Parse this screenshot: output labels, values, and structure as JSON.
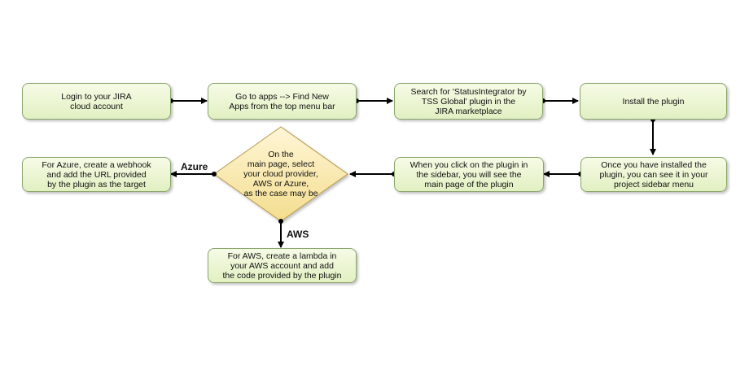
{
  "diagram": {
    "nodes": {
      "login": {
        "label": "Login to your JIRA\ncloud account"
      },
      "apps": {
        "label": "Go to apps --> Find New\nApps from the top menu bar"
      },
      "search": {
        "label": "Search for 'StatusIntegrator by\nTSS Global' plugin in the\nJIRA marketplace"
      },
      "install": {
        "label": "Install the plugin"
      },
      "sidebar_installed": {
        "label": "Once you have installed the\nplugin, you can see it in your\nproject sidebar menu"
      },
      "main_page": {
        "label": "When you click on the plugin in\nthe sidebar, you will see the\nmain page of the plugin"
      },
      "decision": {
        "label": "On the\nmain page, select\nyour cloud provider,\nAWS or Azure,\nas the case may be"
      },
      "azure_step": {
        "label": "For Azure, create a webhook\nand add the URL provided\nby the plugin as the target"
      },
      "aws_step": {
        "label": "For AWS, create a lambda in\nyour AWS account and add\nthe code provided by the plugin"
      }
    },
    "edges": {
      "azure": {
        "label": "Azure"
      },
      "aws": {
        "label": "AWS"
      }
    },
    "colors": {
      "node_fill_top": "#f6fbe6",
      "node_fill_bottom": "#e2f0c2",
      "node_border": "#8aa46b",
      "diamond_fill_top": "#fff6d6",
      "diamond_fill_bottom": "#f3dd8e",
      "diamond_border": "#b89a4a",
      "connector": "#000000"
    }
  }
}
